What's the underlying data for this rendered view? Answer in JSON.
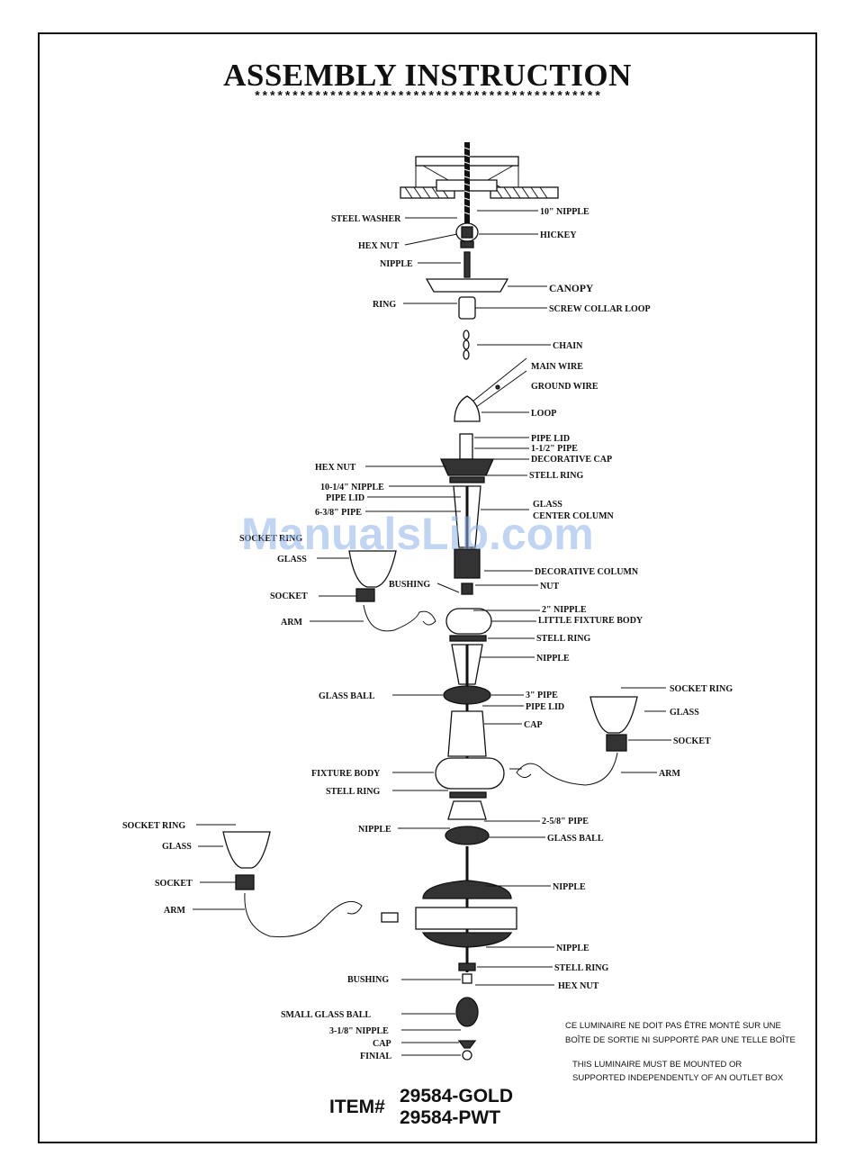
{
  "title": "ASSEMBLY INSTRUCTION",
  "stars": "**********************************************",
  "watermark": "ManualsLib.com",
  "labels": {
    "steel_washer": "STEEL WASHER",
    "nipple_10": "10\" NIPPLE",
    "hickey": "HICKEY",
    "hex_nut_top": "HEX NUT",
    "nipple_top": "NIPPLE",
    "canopy": "CANOPY",
    "ring": "RING",
    "screw_collar_loop": "SCREW COLLAR LOOP",
    "chain": "CHAIN",
    "main_wire": "MAIN WIRE",
    "ground_wire": "GROUND WIRE",
    "loop": "LOOP",
    "pipe_lid_1": "PIPE LID",
    "pipe_1_5": "1-1/2\" PIPE",
    "decorative_cap": "DECORATIVE CAP",
    "hex_nut_2": "HEX NUT",
    "stell_ring_1": "STELL RING",
    "nipple_10_25": "10-1/4\" NIPPLE",
    "pipe_lid_2": "PIPE LID",
    "pipe_6_375": "6-3/8\" PIPE",
    "glass_center_column_1": "GLASS",
    "glass_center_column_2": "CENTER COLUMN",
    "socket_ring_left_upper": "SOCKET RING",
    "glass_left_upper": "GLASS",
    "decorative_column": "DECORATIVE COLUMN",
    "bushing_1": "BUSHING",
    "nut": "NUT",
    "socket_left_upper": "SOCKET",
    "nipple_2": "2\" NIPPLE",
    "arm_left_upper": "ARM",
    "little_fixture_body": "LITTLE FIXTURE BODY",
    "stell_ring_2": "STELL RING",
    "nipple_mid": "NIPPLE",
    "socket_ring_right": "SOCKET RING",
    "glass_ball_1": "GLASS BALL",
    "pipe_3": "3\" PIPE",
    "pipe_lid_3": "PIPE LID",
    "glass_right": "GLASS",
    "cap_1": "CAP",
    "socket_right": "SOCKET",
    "fixture_body": "FIXTURE BODY",
    "arm_right": "ARM",
    "stell_ring_3": "STELL RING",
    "socket_ring_left_lower": "SOCKET RING",
    "nipple_lower": "NIPPLE",
    "pipe_2_625": "2-5/8\" PIPE",
    "glass_left_lower": "GLASS",
    "glass_ball_2": "GLASS BALL",
    "socket_left_lower": "SOCKET",
    "nipple_lower_2": "NIPPLE",
    "arm_left_lower": "ARM",
    "nipple_lower_3": "NIPPLE",
    "stell_ring_4": "STELL RING",
    "bushing_2": "BUSHING",
    "hex_nut_bottom": "HEX NUT",
    "small_glass_ball": "SMALL GLASS BALL",
    "nipple_3_125": "3-1/8\" NIPPLE",
    "cap_bottom": "CAP",
    "finial": "FINIAL"
  },
  "notes": {
    "fr_line1": "CE LUMINAIRE NE DOIT PAS ÊTRE MONTÉ SUR UNE",
    "fr_line2": "BOÎTE DE SORTIE NI SUPPORTÉ PAR UNE TELLE BOÎTE",
    "en_line1": "THIS LUMINAIRE MUST BE MOUNTED OR",
    "en_line2": "SUPPORTED INDEPENDENTLY OF AN OUTLET BOX"
  },
  "item": {
    "prefix": "ITEM#",
    "code_gold": "29584-GOLD",
    "code_pwt": "29584-PWT"
  }
}
